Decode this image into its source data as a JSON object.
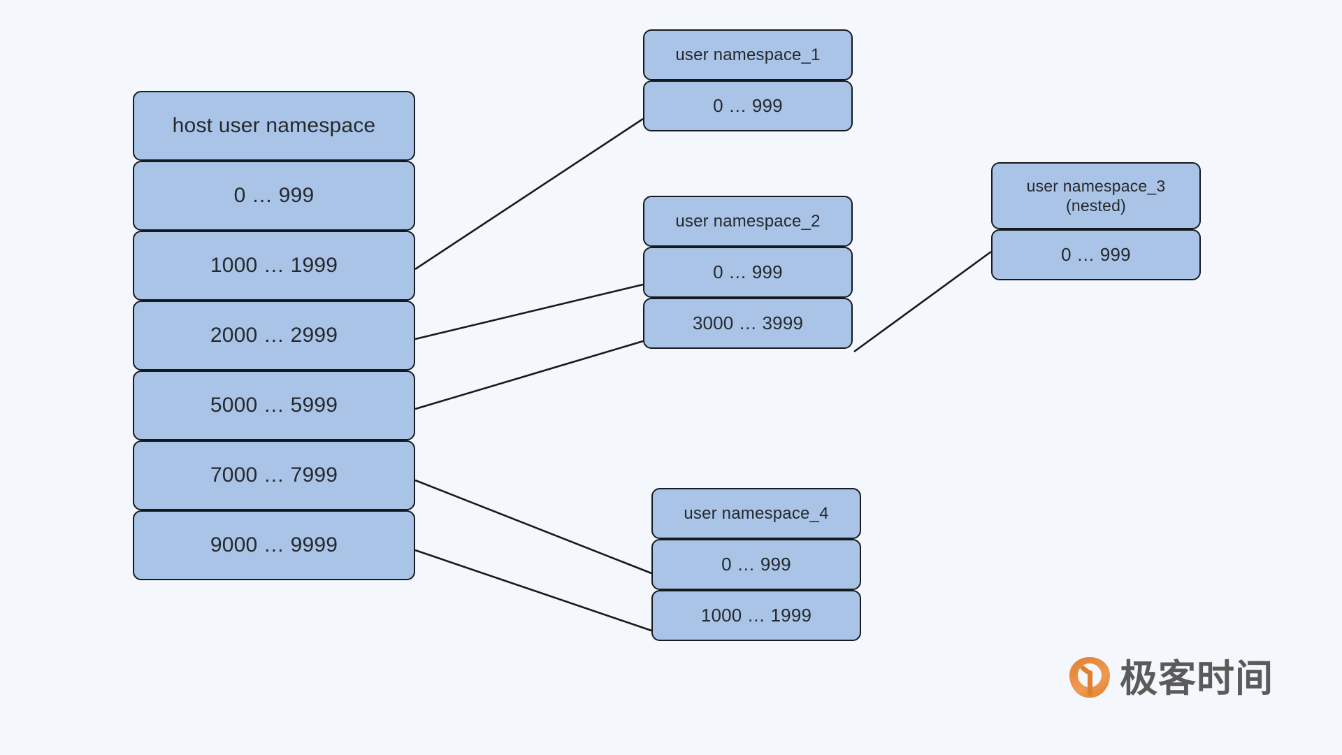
{
  "diagram": {
    "title": "user namespace uid mapping diagram",
    "background_color": "#f4f8fd",
    "box_fill": "#a9c4e7",
    "box_border": "#16191d",
    "edge_color": "#16191d",
    "host": {
      "header": "host user namespace",
      "rows": [
        "0 … 999",
        "1000 … 1999",
        "2000 … 2999",
        "5000 … 5999",
        "7000 … 7999",
        "9000 … 9999"
      ]
    },
    "namespaces": [
      {
        "header": "user namespace_1",
        "rows": [
          "0 … 999"
        ]
      },
      {
        "header": "user namespace_2",
        "rows": [
          "0 … 999",
          "3000 … 3999"
        ]
      },
      {
        "header": "user namespace_3\n(nested)",
        "rows": [
          "0 … 999"
        ]
      },
      {
        "header": "user namespace_4",
        "rows": [
          "0 … 999",
          "1000 … 1999"
        ]
      }
    ],
    "edges": [
      {
        "from": "host.rows.1",
        "to": "namespaces.0.rows.0"
      },
      {
        "from": "host.rows.2",
        "to": "namespaces.1.rows.0"
      },
      {
        "from": "host.rows.3",
        "to": "namespaces.1.rows.1"
      },
      {
        "from": "namespaces.1.rows.1",
        "to": "namespaces.2.rows.0"
      },
      {
        "from": "host.rows.4",
        "to": "namespaces.3.rows.0"
      },
      {
        "from": "host.rows.5",
        "to": "namespaces.3.rows.1"
      }
    ]
  },
  "watermark": {
    "text": "极客时间",
    "icon": "geektime-pin-icon",
    "color": "#5a5a5a",
    "accent": "#e07f2e"
  }
}
